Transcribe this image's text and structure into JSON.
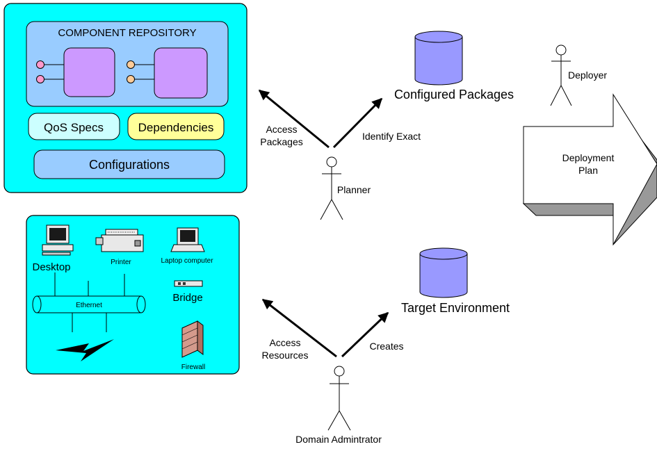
{
  "repository": {
    "title": "COMPONENT REPOSITORY",
    "qos": "QoS Specs",
    "dependencies": "Dependencies",
    "configurations": "Configurations"
  },
  "resources": {
    "desktop": "Desktop",
    "printer": "Printer",
    "laptop": "Laptop computer",
    "bridge": "Bridge",
    "ethernet": "Ethernet",
    "firewall": "Firewall"
  },
  "planner": {
    "label": "Planner",
    "access_line1": "Access",
    "access_line2": "Packages",
    "identify": "Identify Exact"
  },
  "configured_packages": "Configured Packages",
  "deployer": "Deployer",
  "deployment_plan_line1": "Deployment",
  "deployment_plan_line2": "Plan",
  "admin": {
    "label": "Domain Admintrator",
    "access_line1": "Access",
    "access_line2": "Resources",
    "creates": "Creates"
  },
  "target_environment": "Target Environment",
  "colors": {
    "panel_fill": "#00ffff",
    "repo_inner": "#99ccff",
    "component": "#cc99ff",
    "database": "#9999ff",
    "qos_fill": "#ccffff",
    "dependencies_fill": "#ffff99",
    "port_pink": "#ff99cc",
    "port_orange": "#ffcc99",
    "arrow_face": "#ffffff",
    "arrow_side": "#999999"
  }
}
